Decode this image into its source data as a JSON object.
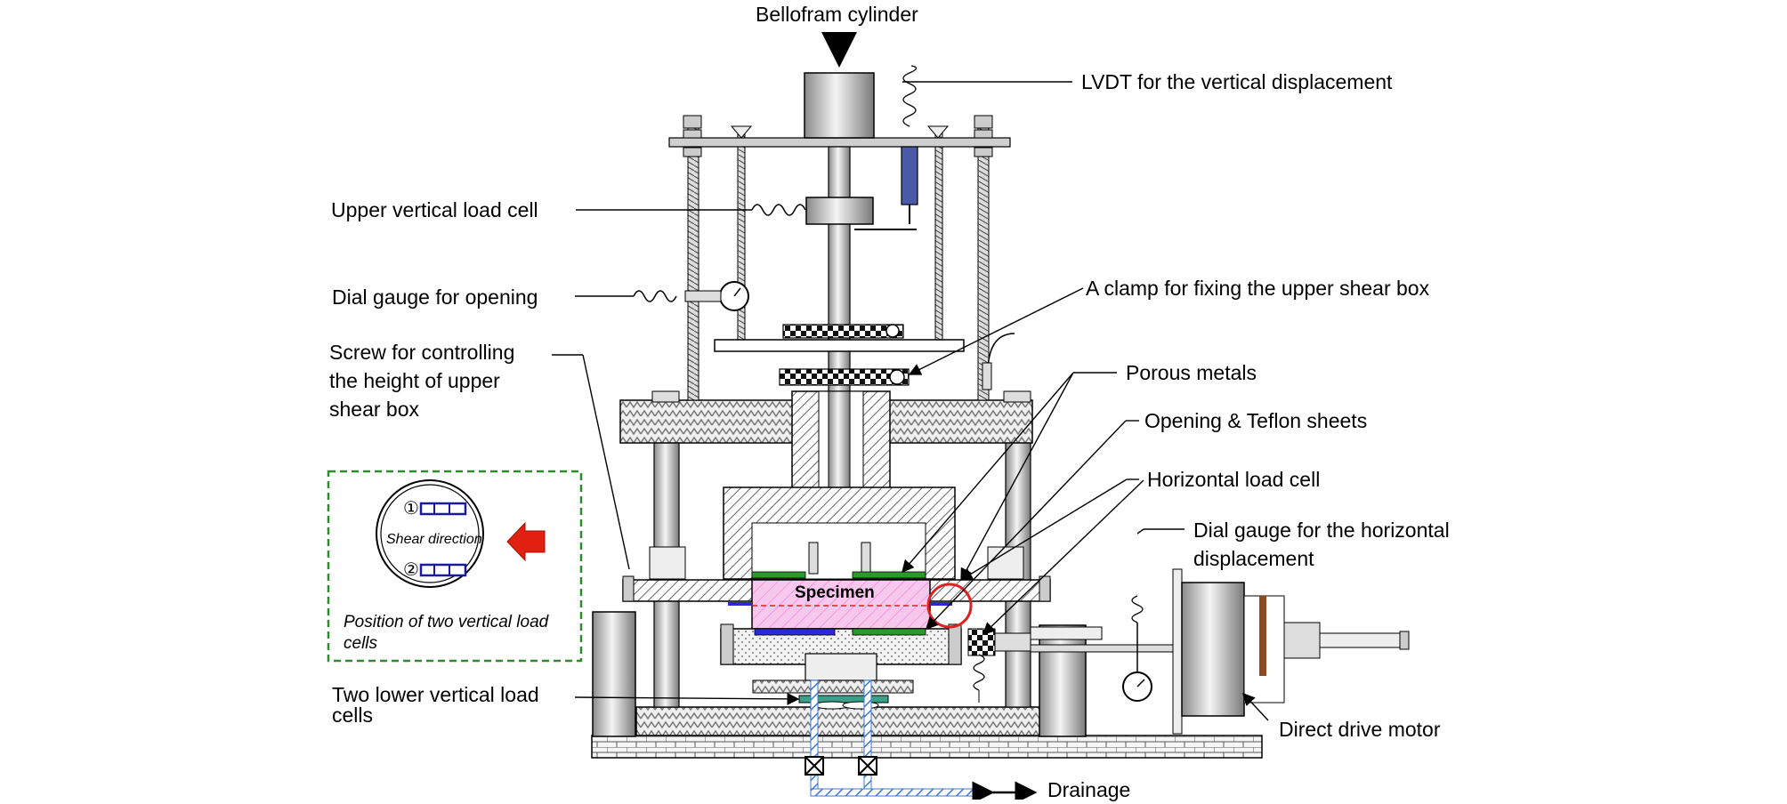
{
  "labels": {
    "bellofram": "Bellofram cylinder",
    "lvdt": "LVDT for the vertical displacement",
    "upper_load_cell": "Upper vertical load cell",
    "dial_opening": "Dial gauge for opening",
    "clamp": "A clamp for fixing the upper shear box",
    "screw_line1": "Screw for controlling",
    "screw_line2": "the height of upper",
    "screw_line3": "shear box",
    "porous": "Porous metals",
    "opening_teflon": "Opening & Teflon sheets",
    "horizontal_load_cell": "Horizontal load cell",
    "dial_horizontal_line1": "Dial gauge for the horizontal",
    "dial_horizontal_line2": "displacement",
    "specimen": "Specimen",
    "two_lower_line1": "Two lower vertical load",
    "two_lower_line2": "cells",
    "direct_drive": "Direct drive motor",
    "drainage": "Drainage"
  },
  "inset": {
    "shear_direction": "Shear direction",
    "marker_1": "①",
    "marker_2": "②",
    "caption_line1": "Position of two vertical load",
    "caption_line2": "cells"
  },
  "colors": {
    "inset_border": "#2e8b2e",
    "arrow": "#e02010",
    "specimen_fill": "#f7c8ee",
    "highlight_circle": "#e02020",
    "drain_pipe": "#3a78d8",
    "load_cell_blue": "#2a2ad0",
    "porous_green": "#2a9a2a"
  }
}
